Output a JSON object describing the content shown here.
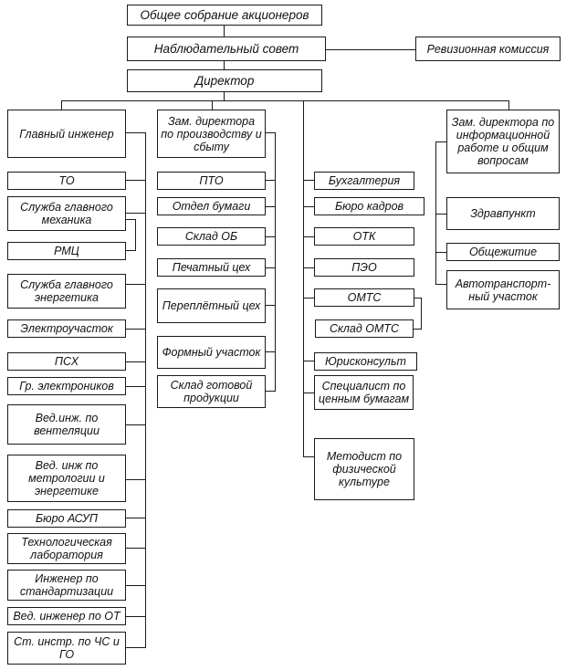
{
  "nodes": {
    "shareholders": "Общее собрание акционеров",
    "supervisory_board": "Наблюдательный совет",
    "audit_commission": "Ревизионная комиссия",
    "director": "Директор",
    "chief_engineer": "Главный инженер",
    "deputy_production": "Зам. директора по производству и сбыту",
    "deputy_info": "Зам. директора по информационной работе и общим вопросам",
    "to": "ТО",
    "chief_mechanic": "Служба главного механика",
    "rmc": "РМЦ",
    "chief_power": "Служба главного энергетика",
    "electro_section": "Электроучасток",
    "psh": "ПСХ",
    "electronics_group": "Гр. электроников",
    "ventilation_engineer": "Вед.инж. по вентеляции",
    "metrology_engineer": "Вед. инж по метрологии и энергетике",
    "asup_bureau": "Бюро АСУП",
    "tech_lab": "Технологическая лаборатория",
    "standard_engineer": "Инженер по стандартизации",
    "ot_engineer": "Вед. инженер по ОТ",
    "cs_go_instructor": "Ст. инстр. по ЧС и ГО",
    "pto": "ПТО",
    "paper_dept": "Отдел бумаги",
    "ob_warehouse": "Склад ОБ",
    "print_shop": "Печатный цех",
    "bindery": "Переплётный цех",
    "form_section": "Формный участок",
    "finished_warehouse": "Склад готовой продукции",
    "accounting": "Бухгалтерия",
    "hr_bureau": "Бюро кадров",
    "otk": "ОТК",
    "peo": "ПЭО",
    "omts": "ОМТС",
    "omts_warehouse": "Склад ОМТС",
    "lawyer": "Юрисконсульт",
    "securities_specialist": "Специалист по ценным бумагам",
    "pe_methodist": "Методист по физической культуре",
    "health_post": "Здравпункт",
    "dormitory": "Общежитие",
    "transport_section": "Автотранспорт-ный участок"
  }
}
